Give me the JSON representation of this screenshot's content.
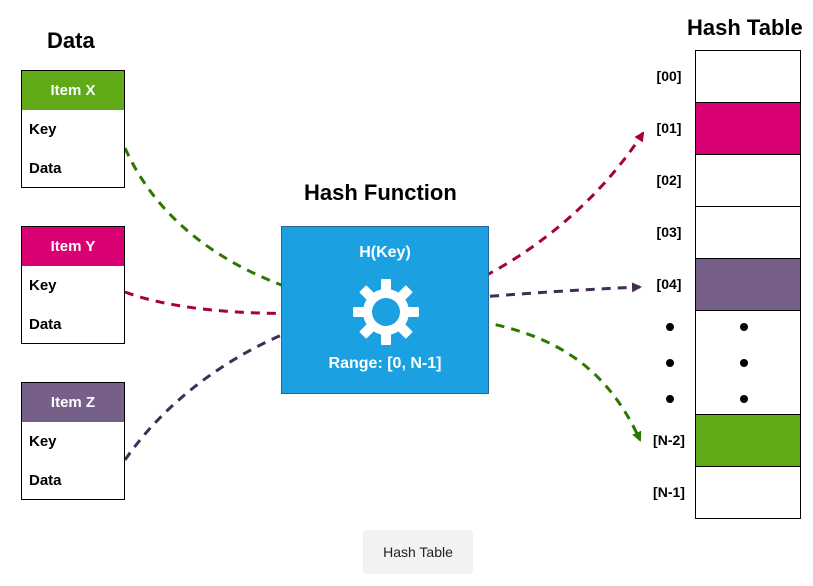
{
  "titles": {
    "data": "Data",
    "hash_function": "Hash Function",
    "hash_table": "Hash Table"
  },
  "items": [
    {
      "name": "Item X",
      "key": "Key",
      "data": "Data",
      "color": "#60a917"
    },
    {
      "name": "Item Y",
      "key": "Key",
      "data": "Data",
      "color": "#d80073"
    },
    {
      "name": "Item Z",
      "key": "Key",
      "data": "Data",
      "color": "#76608a"
    }
  ],
  "hash_function": {
    "title": "H(Key)",
    "range": "Range: [0, N-1]",
    "icon": "gear-icon",
    "color": "#1ba1e2"
  },
  "hash_table": {
    "slots": [
      {
        "label": "[00]",
        "fill": ""
      },
      {
        "label": "[01]",
        "fill": "#d80073"
      },
      {
        "label": "[02]",
        "fill": ""
      },
      {
        "label": "[03]",
        "fill": ""
      },
      {
        "label": "[04]",
        "fill": "#76608a"
      },
      {
        "label": "[N-2]",
        "fill": "#60a917"
      },
      {
        "label": "[N-1]",
        "fill": ""
      }
    ]
  },
  "caption": "Hash Table"
}
